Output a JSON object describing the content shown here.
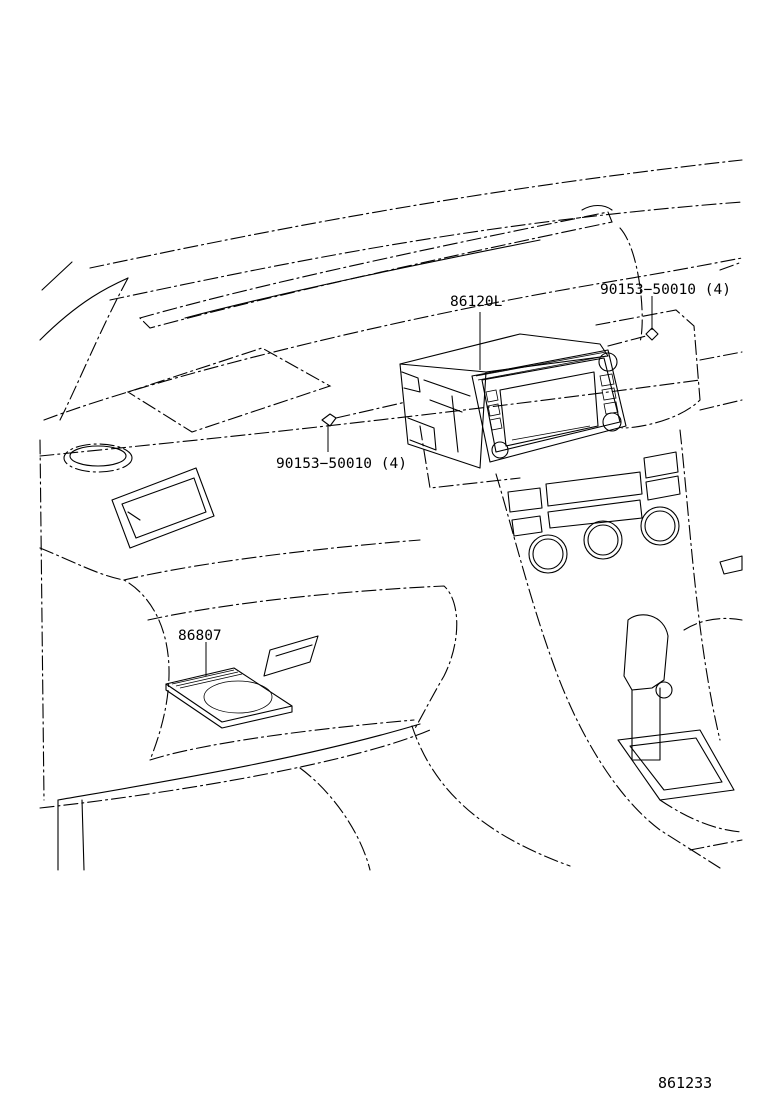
{
  "parts": {
    "head_unit": "86120L",
    "screw_upper": "90153−50010 (4)",
    "screw_lower": "90153−50010 (4)",
    "manual_pocket": "86807"
  },
  "illustration_code": "861233"
}
